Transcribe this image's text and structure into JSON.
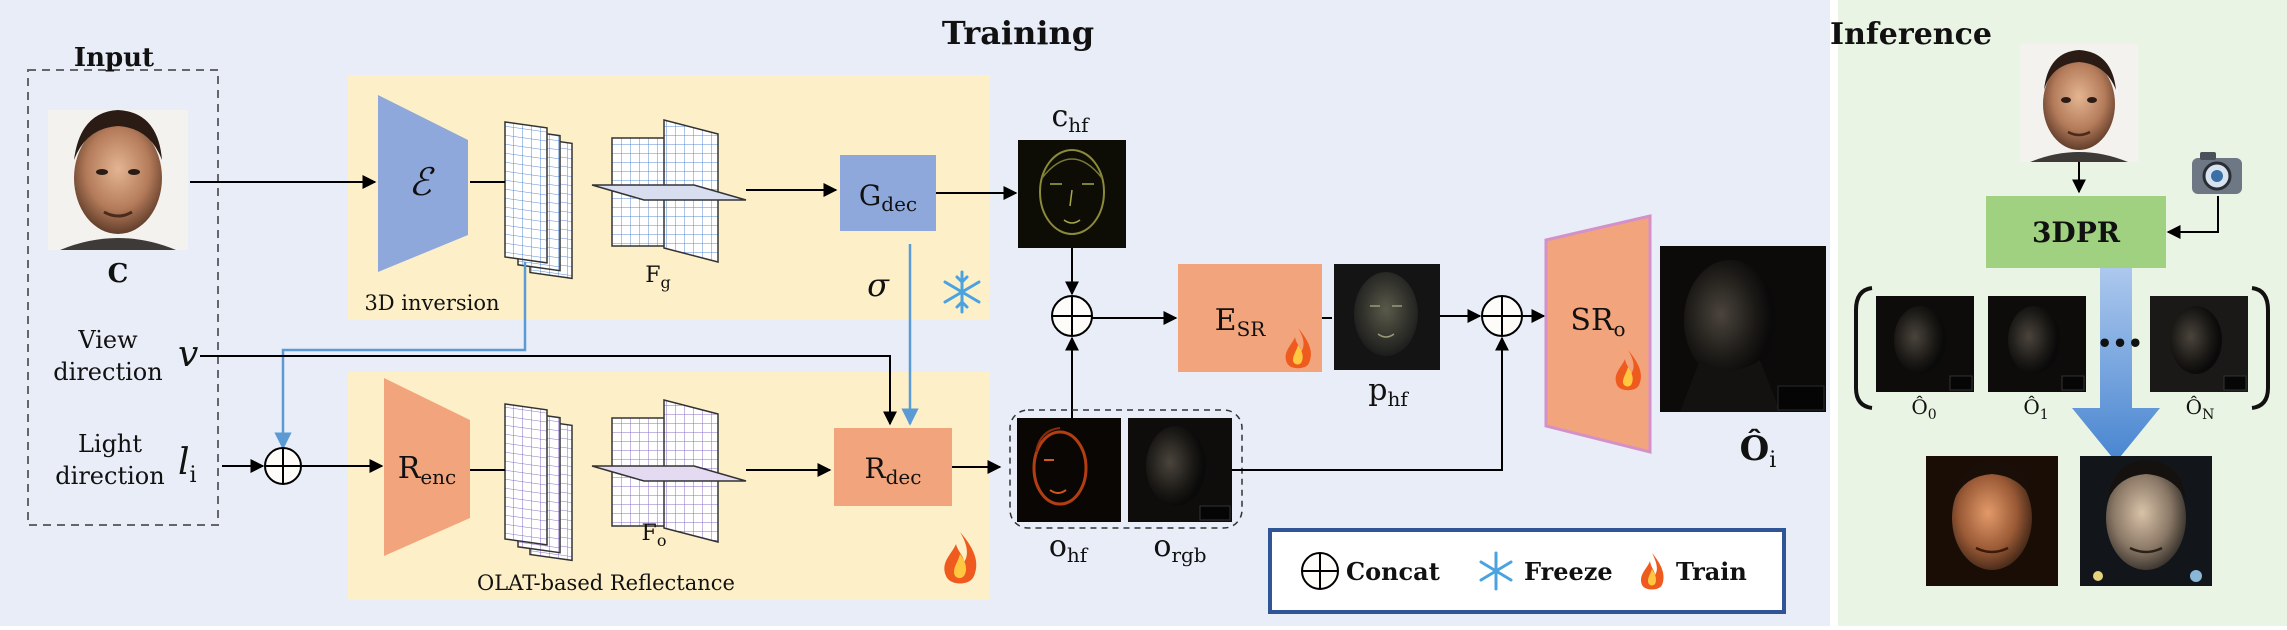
{
  "sections": {
    "training": "Training",
    "inference": "Inference",
    "input": "Input"
  },
  "input": {
    "image_label": "C",
    "view_direction_l1": "View",
    "view_direction_l2": "direction",
    "view_symbol": "v",
    "light_direction_l1": "Light",
    "light_direction_l2": "direction",
    "light_symbol": "l",
    "light_sub": "i"
  },
  "inversion": {
    "encoder_symbol": "ℰ",
    "label": "3D inversion",
    "feature_main": "F",
    "feature_sub": "g",
    "decoder_main": "G",
    "decoder_sub": "dec",
    "sigma": "σ"
  },
  "reflectance": {
    "encoder_main": "R",
    "encoder_sub": "enc",
    "label": "OLAT-based Reflectance",
    "feature_main": "F",
    "feature_sub": "o",
    "decoder_main": "R",
    "decoder_sub": "dec"
  },
  "intermediates": {
    "chf_main": "c",
    "chf_sub": "hf",
    "ohf_main": "o",
    "ohf_sub": "hf",
    "orgb_main": "o",
    "orgb_sub": "rgb",
    "esr_main": "E",
    "esr_sub": "SR",
    "phf_main": "p",
    "phf_sub": "hf",
    "sro_main": "SR",
    "sro_sub": "o",
    "output_main": "Ô",
    "output_sub": "i"
  },
  "legend": {
    "concat": "Concat",
    "freeze": "Freeze",
    "train": "Train"
  },
  "inference_panel": {
    "model": "3DPR",
    "out0_main": "Ô",
    "out0_sub": "0",
    "out1_main": "Ô",
    "out1_sub": "1",
    "ellipsis": "•••",
    "outN_main": "Ô",
    "outN_sub": "N"
  },
  "colors": {
    "training_bg": "#e9edf7",
    "inference_bg": "#eaf4e4",
    "module_bg": "#fdf0c8",
    "frozen_blue": "#8ea8dc",
    "train_orange": "#f2a57c",
    "model_green": "#9fd181",
    "blue_arrow": "#5b9bd5",
    "legend_border": "#2f5597"
  }
}
